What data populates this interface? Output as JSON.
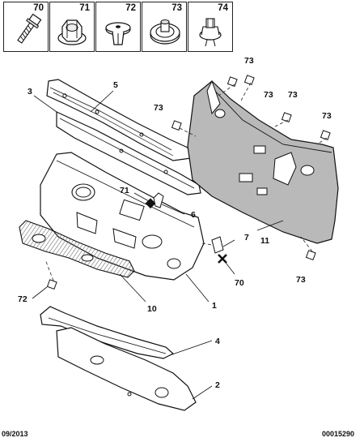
{
  "hardware": [
    {
      "ref": "70",
      "icon": "screw-icon"
    },
    {
      "ref": "71",
      "icon": "flange-nut-icon"
    },
    {
      "ref": "72",
      "icon": "push-rivet-icon"
    },
    {
      "ref": "73",
      "icon": "grommet-plug-icon"
    },
    {
      "ref": "74",
      "icon": "push-clip-icon"
    }
  ],
  "callouts": {
    "c5": "5",
    "c3": "3",
    "c73a": "73",
    "c73b": "73",
    "c73c": "73",
    "c73d": "73",
    "c73e": "73",
    "c73f": "73",
    "c71": "71",
    "c6": "6",
    "c7": "7",
    "c11": "11",
    "c70": "70",
    "c72": "72",
    "c10": "10",
    "c1": "1",
    "c4": "4",
    "c2": "2"
  },
  "footer": {
    "date": "09/2013",
    "code": "00015290"
  }
}
